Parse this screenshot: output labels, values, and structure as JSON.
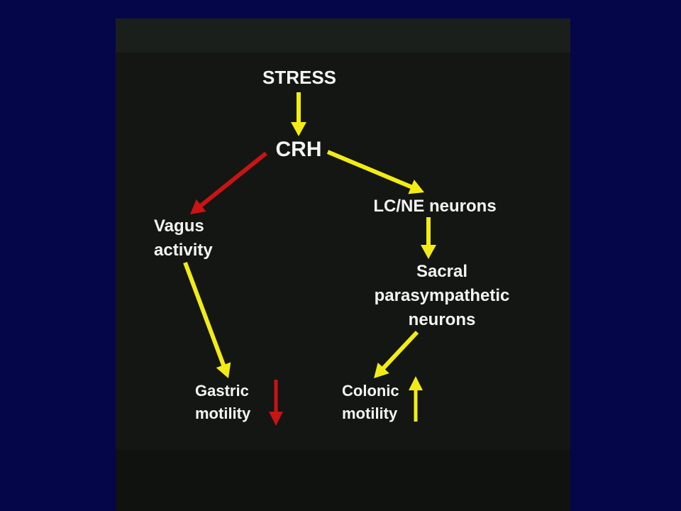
{
  "diagram": {
    "nodes": {
      "stress": [
        "STRESS"
      ],
      "crh": [
        "CRH"
      ],
      "vagus": [
        "Vagus",
        "activity"
      ],
      "lcne": [
        "LC/NE neurons"
      ],
      "sacral": [
        "Sacral",
        "parasympathetic",
        "neurons"
      ],
      "gastric": [
        "Gastric",
        "motility"
      ],
      "colonic": [
        "Colonic",
        "motility"
      ]
    },
    "colors": {
      "stimulatory": "#f2ec14",
      "inhibitory": "#c81414",
      "text": "#f4f4f4",
      "slide_background": "#131612",
      "page_background": "#05064a"
    },
    "edges": [
      {
        "from": "stress",
        "to": "crh",
        "effect": "stimulatory"
      },
      {
        "from": "crh",
        "to": "vagus",
        "effect": "inhibitory"
      },
      {
        "from": "crh",
        "to": "lcne",
        "effect": "stimulatory"
      },
      {
        "from": "lcne",
        "to": "sacral",
        "effect": "stimulatory"
      },
      {
        "from": "vagus",
        "to": "gastric",
        "effect": "stimulatory"
      },
      {
        "from": "sacral",
        "to": "colonic",
        "effect": "stimulatory"
      }
    ],
    "outcomes": [
      {
        "node": "gastric",
        "direction": "decrease",
        "color": "inhibitory"
      },
      {
        "node": "colonic",
        "direction": "increase",
        "color": "stimulatory"
      }
    ]
  }
}
